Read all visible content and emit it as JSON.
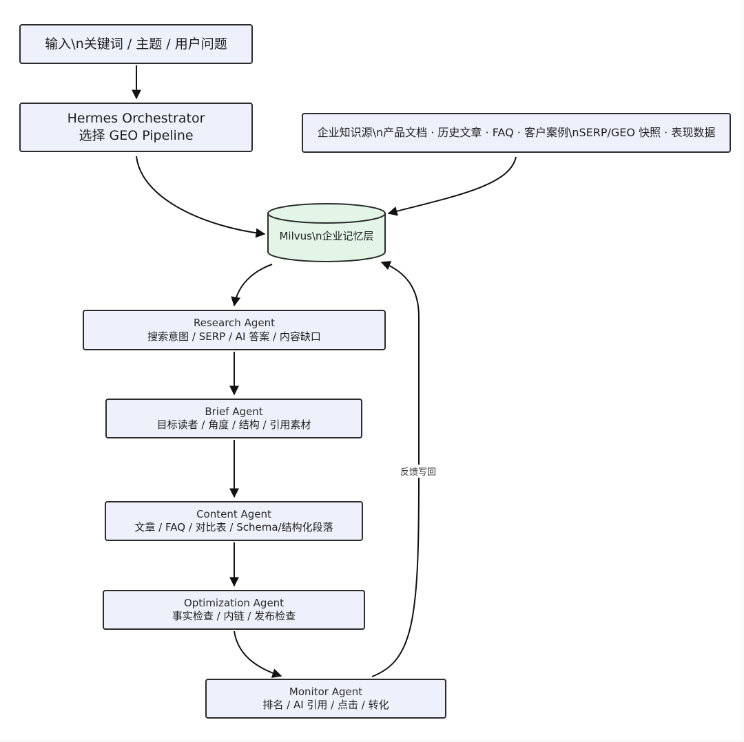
{
  "colors": {
    "node_fill": "#eef1fb",
    "node_border": "#2b2b2b",
    "db_fill": "#e2f5e6",
    "edge": "#111111",
    "background": "#ffffff"
  },
  "nodes": {
    "input": {
      "label": "输入\\n关键词 / 主题 / 用户问题"
    },
    "hermes": {
      "title": "Hermes Orchestrator",
      "subtitle": "选择 GEO Pipeline"
    },
    "sources": {
      "label": "企业知识源\\n产品文档 · 历史文章 · FAQ · 客户案例\\nSERP/GEO 快照 · 表现数据"
    },
    "milvus": {
      "label": "Milvus\\n企业记忆层"
    },
    "research": {
      "title": "Research Agent",
      "subtitle": "搜索意图 / SERP / AI 答案 / 内容缺口"
    },
    "brief": {
      "title": "Brief Agent",
      "subtitle": "目标读者 / 角度 / 结构 / 引用素材"
    },
    "content": {
      "title": "Content Agent",
      "subtitle": "文章 / FAQ / 对比表 / Schema/结构化段落"
    },
    "optimization": {
      "title": "Optimization Agent",
      "subtitle": "事实检查 / 内链 / 发布检查"
    },
    "monitor": {
      "title": "Monitor Agent",
      "subtitle": "排名 / AI 引用 / 点击 / 转化"
    }
  },
  "edges": {
    "feedback_label": "反馈写回"
  }
}
